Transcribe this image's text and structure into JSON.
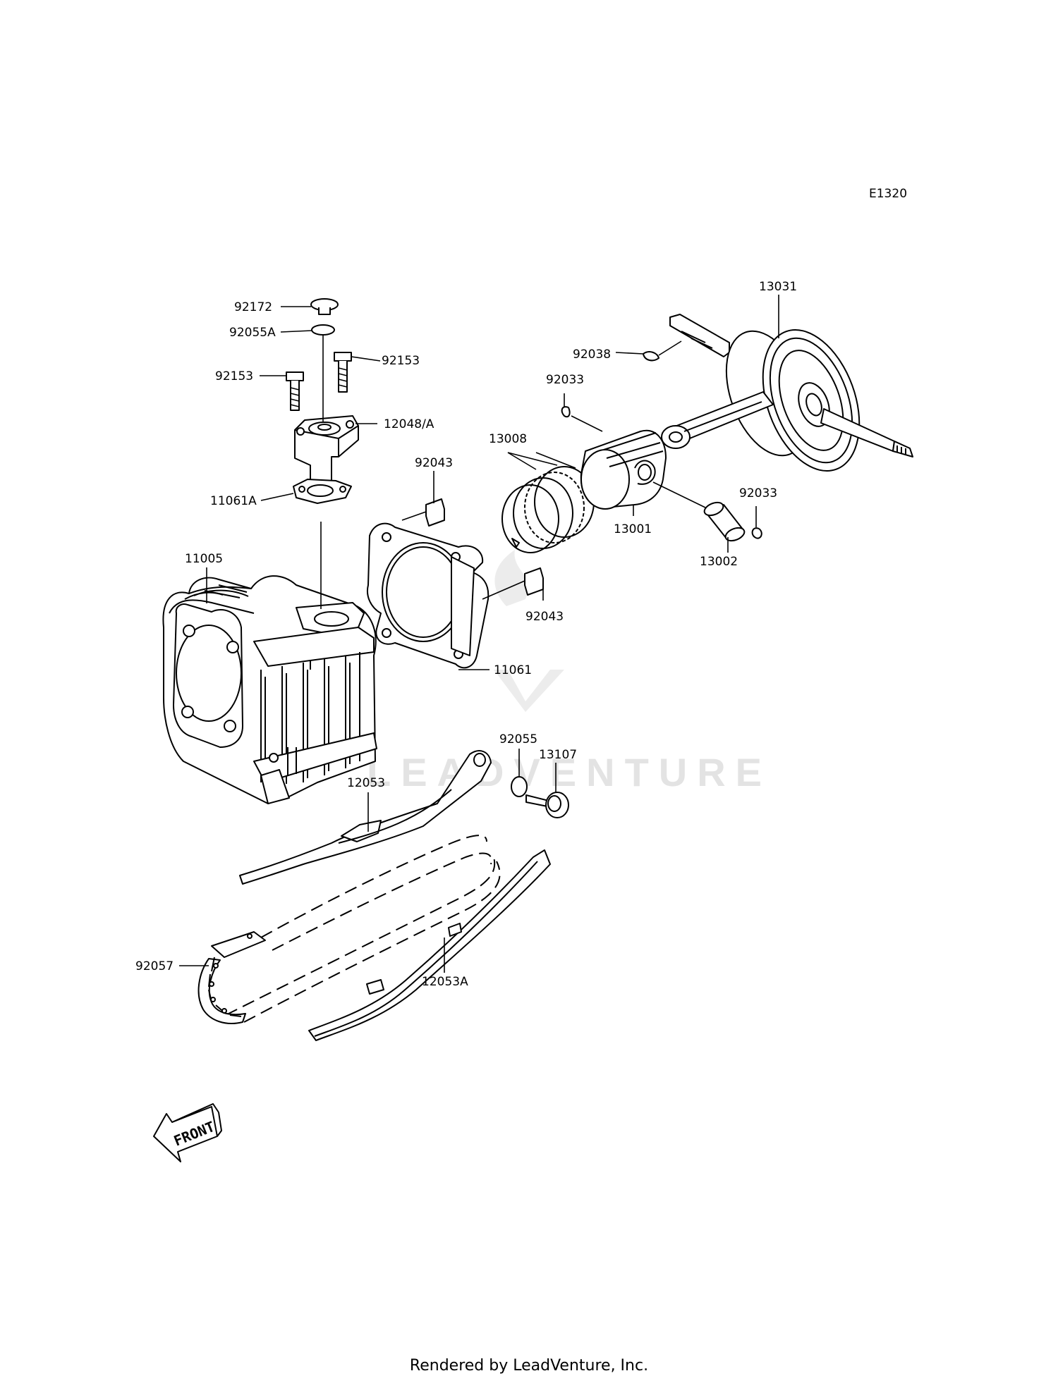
{
  "diagram_code": "E1320",
  "watermark": "LEADVENTURE",
  "front_label": "FRONT",
  "footer": "Rendered by LeadVenture, Inc.",
  "callouts": {
    "c92172": "92172",
    "c92055A": "92055A",
    "c92153_left": "92153",
    "c92153_right": "92153",
    "c12048A": "12048/A",
    "c11061A": "11061A",
    "c11005": "11005",
    "c92043_top": "92043",
    "c92043_bottom": "92043",
    "c11061": "11061",
    "c13008": "13008",
    "c92033_top": "92033",
    "c13001": "13001",
    "c92033_right": "92033",
    "c13002": "13002",
    "c92038": "92038",
    "c13031": "13031",
    "c92055": "92055",
    "c13107": "13107",
    "c12053": "12053",
    "c92057": "92057",
    "c12053A": "12053A"
  }
}
